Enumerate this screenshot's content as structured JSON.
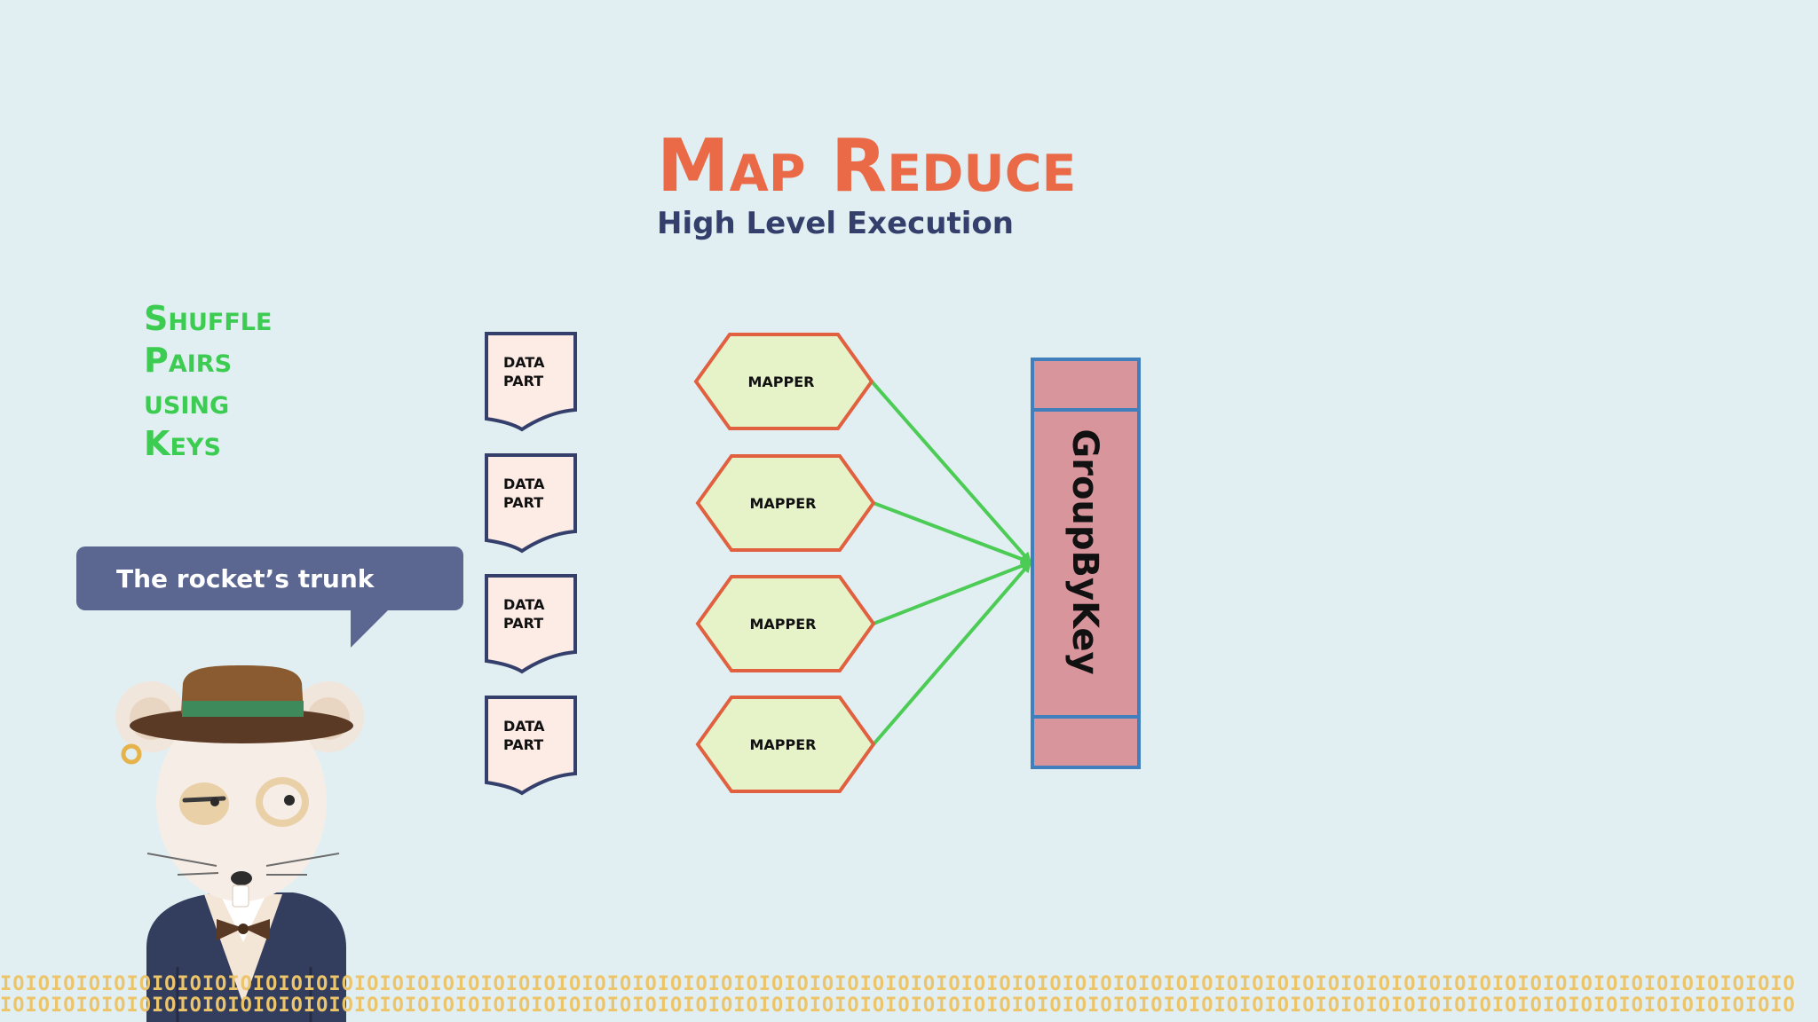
{
  "slide": {
    "title": "Map Reduce",
    "subtitle": "High Level Execution",
    "side_note_lines": [
      "Shuffle",
      "Pairs",
      "using",
      "Keys"
    ],
    "speech_bubble": "The rocket’s trunk"
  },
  "diagram": {
    "data_parts": [
      {
        "line1": "DATA",
        "line2": "PART"
      },
      {
        "line1": "DATA",
        "line2": "PART"
      },
      {
        "line1": "DATA",
        "line2": "PART"
      },
      {
        "line1": "DATA",
        "line2": "PART"
      }
    ],
    "mappers": [
      "MAPPER",
      "MAPPER",
      "MAPPER",
      "MAPPER"
    ],
    "group_box": "GroupByKey"
  },
  "background": {
    "binary_pattern": "IOIOIOIOIOIOIOIOIOIOIOIOIOIOIOIOIOIOIOIOIOIOIOIOIOIOIOIOIOIOIOIOIOIOIOIOIOIOIOIOIOIOIOIOIOIOIOIOIOIOIOIOIOIOIOIOIOIOIOIOIOIOIOIOIOIOIOIOIOIOIO"
  },
  "colors": {
    "background": "#e1eff3",
    "title": "#ea6a47",
    "subtitle": "#34406b",
    "side_note": "#3dcc52",
    "bubble": "#5b6791",
    "doc_fill": "#fdece6",
    "doc_border": "#34406b",
    "mapper_fill": "#e6f3c9",
    "mapper_border": "#e0603f",
    "arrow": "#4ccb55",
    "group_fill": "#d9959c",
    "group_border": "#3f7fbd"
  },
  "icons": {
    "character": "rat-in-fedora-illustration"
  }
}
